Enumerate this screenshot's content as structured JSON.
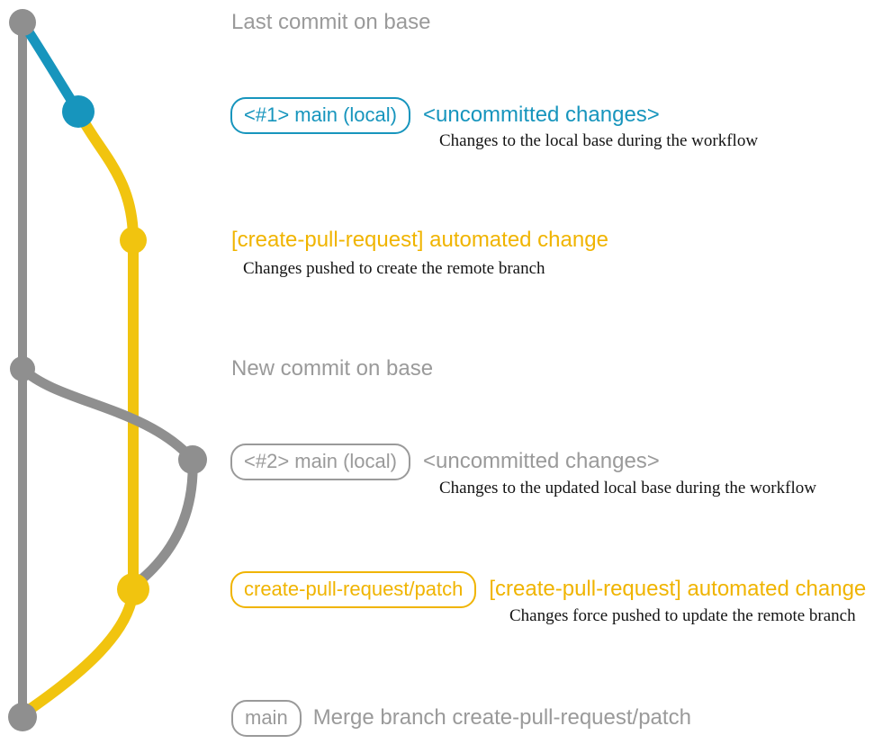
{
  "colors": {
    "gray_graph": "#8f8f8f",
    "gray_text": "#9a9a9a",
    "teal": "#1795bd",
    "yellow_graph": "#f1c40f",
    "yellow_text": "#f0b400",
    "note_text": "#141414"
  },
  "icons": {
    "commit_dot": "filled-circle",
    "branch_line": "bezier-curve"
  },
  "rows": {
    "last_commit": {
      "text": "Last commit on base"
    },
    "local_main_1": {
      "branch_label": "<#1> main (local)",
      "status": "<uncommitted changes>",
      "note": "Changes to the local base during the workflow"
    },
    "automated_change_1": {
      "message": "[create-pull-request] automated change",
      "note": "Changes pushed to create the remote branch"
    },
    "new_commit": {
      "text": "New commit on base"
    },
    "local_main_2": {
      "branch_label": "<#2> main (local)",
      "status": "<uncommitted changes>",
      "note": "Changes to the updated local base during the workflow"
    },
    "automated_change_2": {
      "branch_label": "create-pull-request/patch",
      "message": "[create-pull-request] automated change",
      "note": "Changes force pushed to update the remote branch"
    },
    "merge": {
      "branch_label": "main",
      "text": "Merge branch create-pull-request/patch"
    }
  }
}
